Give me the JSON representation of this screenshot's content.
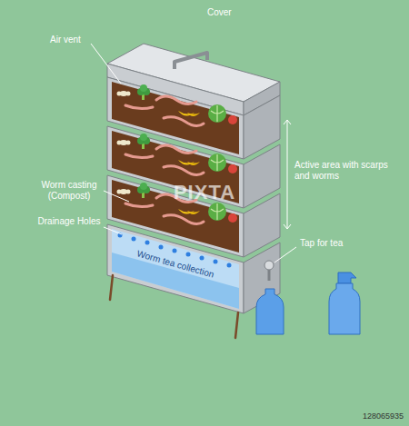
{
  "diagram": {
    "nodes": [
      {
        "text": [
          "Worm tea collection"
        ]
      }
    ],
    "labels": [
      "Cover",
      "Air vent",
      "Worm casting (Compost)",
      "Drainage Holes",
      "Active area with scarps and worms",
      "Tap for tea",
      "PIXTA",
      "128065935"
    ]
  }
}
